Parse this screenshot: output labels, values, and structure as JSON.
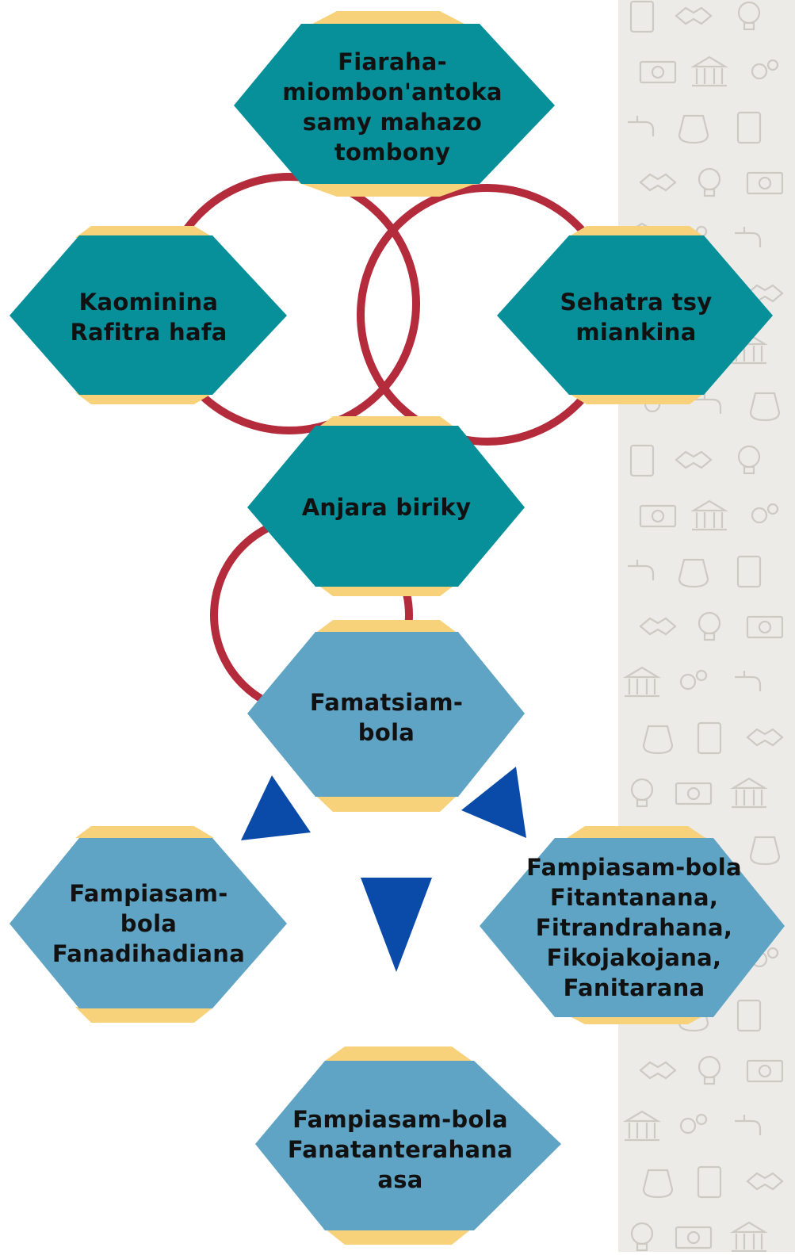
{
  "colors": {
    "teal": "#07909a",
    "light_blue": "#5fa4c4",
    "gold": "#f7d27a",
    "ring_red": "#b42b3b",
    "arrow_blue": "#0a4aa8",
    "side_panel": "#ecebe7"
  },
  "background": {
    "side_pattern_icons": [
      "calculator-icon",
      "handshake-icon",
      "lightbulb-icon",
      "banknote-icon",
      "bank-icon",
      "gears-icon",
      "faucet-icon",
      "coin-bag-icon"
    ]
  },
  "nodes": {
    "top": {
      "label": "Fiaraha-\nmiombon'antoka\nsamy mahazo\ntombony"
    },
    "left": {
      "label": "Kaominina\nRafitra hafa"
    },
    "right": {
      "label": "Sehatra tsy\nmiankina"
    },
    "center": {
      "label": "Anjara biriky"
    },
    "funding": {
      "label": "Famatsiam-\nbola"
    },
    "use_admin": {
      "label": "Fampiasam-\nbola\nFanadihadiana"
    },
    "use_maintenance": {
      "label": "Fampiasam-bola\nFitantanana,\nFitrandrahana,\nFikojakojana,\nFanitarana"
    },
    "use_expansion": {
      "label": "Fampiasam-bola\nFanatanterahana\nasa"
    }
  }
}
